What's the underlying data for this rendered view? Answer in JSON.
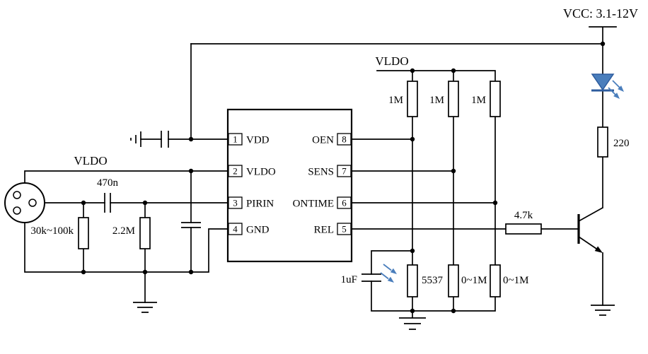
{
  "schematic": {
    "power_label": "VCC: 3.1-12V",
    "vldo_label_left": "VLDO",
    "vldo_label_top": "VLDO",
    "ic": {
      "left_pins": [
        {
          "number": "1",
          "label": "VDD"
        },
        {
          "number": "2",
          "label": "VLDO"
        },
        {
          "number": "3",
          "label": "PIRIN"
        },
        {
          "number": "4",
          "label": "GND"
        }
      ],
      "right_pins": [
        {
          "number": "8",
          "label": "OEN"
        },
        {
          "number": "7",
          "label": "SENS"
        },
        {
          "number": "6",
          "label": "ONTIME"
        },
        {
          "number": "5",
          "label": "REL"
        }
      ]
    },
    "components": {
      "pullup_resistor_1": "1M",
      "pullup_resistor_2": "1M",
      "pullup_resistor_3": "1M",
      "photoresistor": "5537",
      "trimmer_1": "0~1M",
      "trimmer_2": "0~1M",
      "filter_capacitor": "1uF",
      "led_resistor": "220",
      "base_resistor": "4.7k",
      "coupling_capacitor": "470n",
      "source_resistor": "30k~100k",
      "feedback_resistor": "2.2M"
    },
    "colors": {
      "wire": "#000000",
      "led_blue": "#4a7ebc",
      "background": "#ffffff"
    }
  }
}
